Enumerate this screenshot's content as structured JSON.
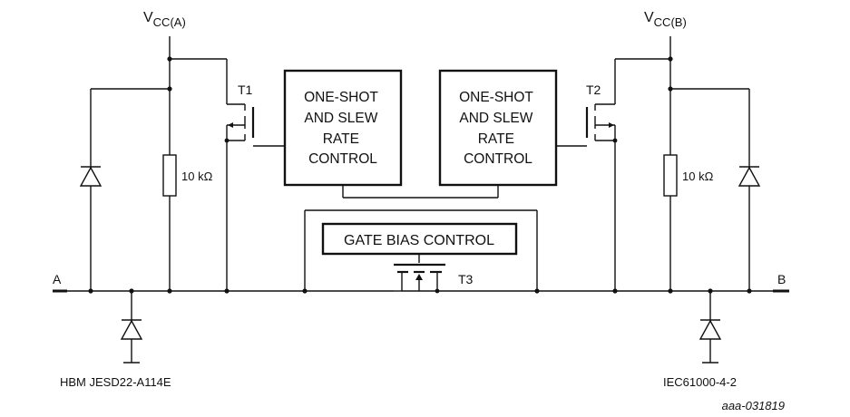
{
  "supplies": {
    "a": {
      "main": "V",
      "sub": "CC(A)"
    },
    "b": {
      "main": "V",
      "sub": "CC(B)"
    }
  },
  "transistors": {
    "t1": "T1",
    "t2": "T2",
    "t3": "T3"
  },
  "resistors": {
    "left": "10 kΩ",
    "right": "10 kΩ"
  },
  "blocks": {
    "left_lines": [
      "ONE-SHOT",
      "AND SLEW",
      "RATE",
      "CONTROL"
    ],
    "right_lines": [
      "ONE-SHOT",
      "AND SLEW",
      "RATE",
      "CONTROL"
    ],
    "gate_bias": "GATE BIAS CONTROL"
  },
  "ports": {
    "a": "A",
    "b": "B"
  },
  "esd": {
    "left": "HBM JESD22-A114E",
    "right": "IEC61000-4-2"
  },
  "figure_id": "aaa-031819"
}
